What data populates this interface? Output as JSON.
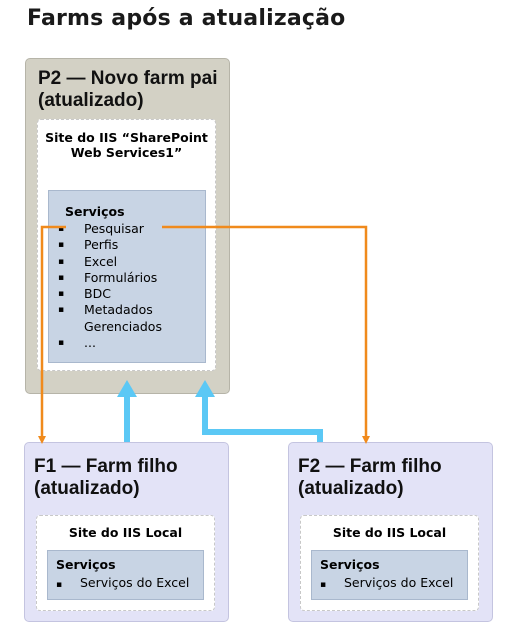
{
  "title": "Farms após a atualização",
  "parent_farm": {
    "title": "P2 — Novo farm pai (atualizado)",
    "iis_site": "Site do IIS “SharePoint Web Services1”",
    "services_label": "Serviços",
    "services": [
      "Pesquisar",
      "Perfis",
      "Excel",
      "Formulários",
      "BDC",
      "Metadados Gerenciados",
      "..."
    ]
  },
  "child_farm_1": {
    "title": "F1 — Farm filho (atualizado)",
    "iis_site": "Site do IIS Local",
    "services_label": "Serviços",
    "service": "Serviços do Excel"
  },
  "child_farm_2": {
    "title": "F2 — Farm filho (atualizado)",
    "iis_site": "Site do IIS Local",
    "services_label": "Serviços",
    "service": "Serviços do Excel"
  },
  "colors": {
    "parent_farm_bg": "#d3d1c5",
    "child_farm_bg": "#e3e3f7",
    "services_bg": "#c8d4e4",
    "orange_connector": "#f08a1c",
    "blue_connector": "#5bc8f5"
  }
}
